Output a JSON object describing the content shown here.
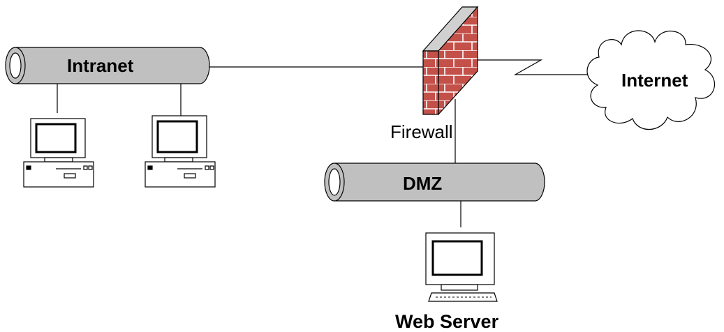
{
  "labels": {
    "intranet": "Intranet",
    "internet": "Internet",
    "firewall": "Firewall",
    "dmz": "DMZ",
    "web_server": "Web Server"
  },
  "colors": {
    "pipe_fill": "#c0c0c0",
    "brick": "#c4504a",
    "mortar": "#ffffff",
    "wall_cap": "#a8a8a8",
    "line": "#000000"
  }
}
